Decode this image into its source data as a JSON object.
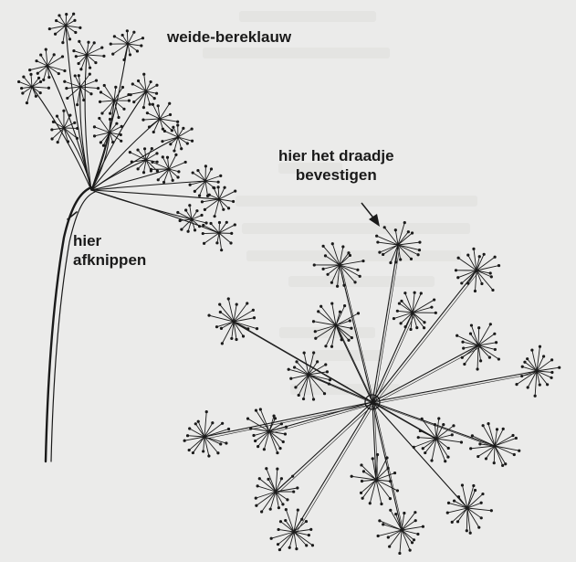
{
  "labels": {
    "plant_name": "weide-bereklauw",
    "attach_line1": "hier het draadje",
    "attach_line2": "bevestigen",
    "cut_line1": "hier",
    "cut_line2": "afknippen"
  },
  "colors": {
    "ink": "#1a1a1a",
    "background": "#ebebea",
    "faint_text": "#b5b5b2"
  }
}
